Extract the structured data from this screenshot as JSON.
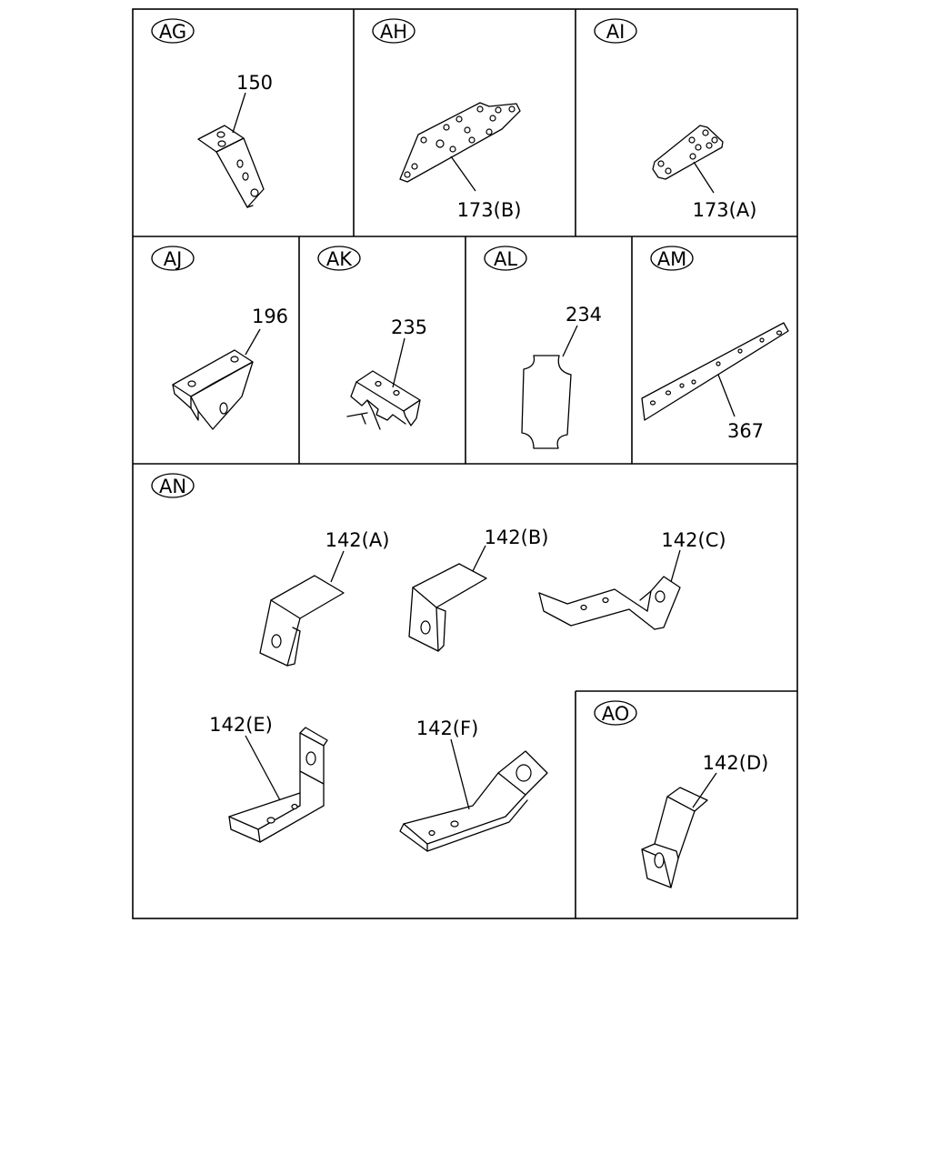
{
  "sections": [
    {
      "id": "AG",
      "label": "AG",
      "parts": [
        {
          "number": "150"
        }
      ]
    },
    {
      "id": "AH",
      "label": "AH",
      "parts": [
        {
          "number": "173(B)"
        }
      ]
    },
    {
      "id": "AI",
      "label": "AI",
      "parts": [
        {
          "number": "173(A)"
        }
      ]
    },
    {
      "id": "AJ",
      "label": "AJ",
      "parts": [
        {
          "number": "196"
        }
      ]
    },
    {
      "id": "AK",
      "label": "AK",
      "parts": [
        {
          "number": "235"
        }
      ]
    },
    {
      "id": "AL",
      "label": "AL",
      "parts": [
        {
          "number": "234"
        }
      ]
    },
    {
      "id": "AM",
      "label": "AM",
      "parts": [
        {
          "number": "367"
        }
      ]
    },
    {
      "id": "AN",
      "label": "AN",
      "parts": [
        {
          "number": "142(A)"
        },
        {
          "number": "142(B)"
        },
        {
          "number": "142(C)"
        },
        {
          "number": "142(E)"
        },
        {
          "number": "142(F)"
        }
      ]
    },
    {
      "id": "AO",
      "label": "AO",
      "parts": [
        {
          "number": "142(D)"
        }
      ]
    }
  ]
}
